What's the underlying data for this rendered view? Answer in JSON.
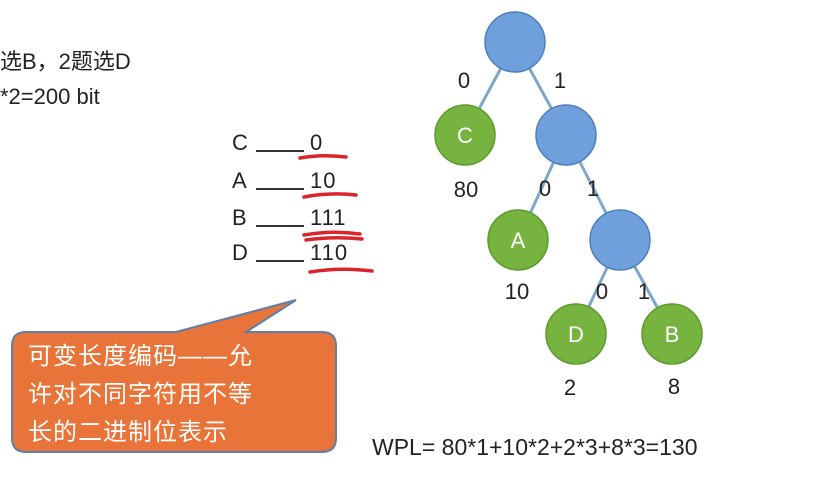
{
  "intro": {
    "line1": "选B，2题选D",
    "line2": "*2=200 bit"
  },
  "codes": [
    {
      "symbol": "C",
      "code": "0"
    },
    {
      "symbol": "A",
      "code": "10"
    },
    {
      "symbol": "B",
      "code": "111"
    },
    {
      "symbol": "D",
      "code": "110"
    }
  ],
  "callout": {
    "lines": [
      "可变长度编码——允",
      "许对不同字符用不等",
      "长的二进制位表示"
    ]
  },
  "tree": {
    "leaves": [
      {
        "id": "C",
        "label": "C",
        "weight": "80"
      },
      {
        "id": "A",
        "label": "A",
        "weight": "10"
      },
      {
        "id": "D",
        "label": "D",
        "weight": "2"
      },
      {
        "id": "B",
        "label": "B",
        "weight": "8"
      }
    ],
    "edge_labels": [
      "0",
      "1",
      "0",
      "1",
      "0",
      "1"
    ]
  },
  "wpl": "WPL= 80*1+10*2+2*3+8*3=130",
  "colors": {
    "internal_node": "#6fa0db",
    "leaf_node": "#76b43f",
    "edge": "#7fa7c9",
    "callout": "#e8743a",
    "underline": "#d9252b"
  }
}
